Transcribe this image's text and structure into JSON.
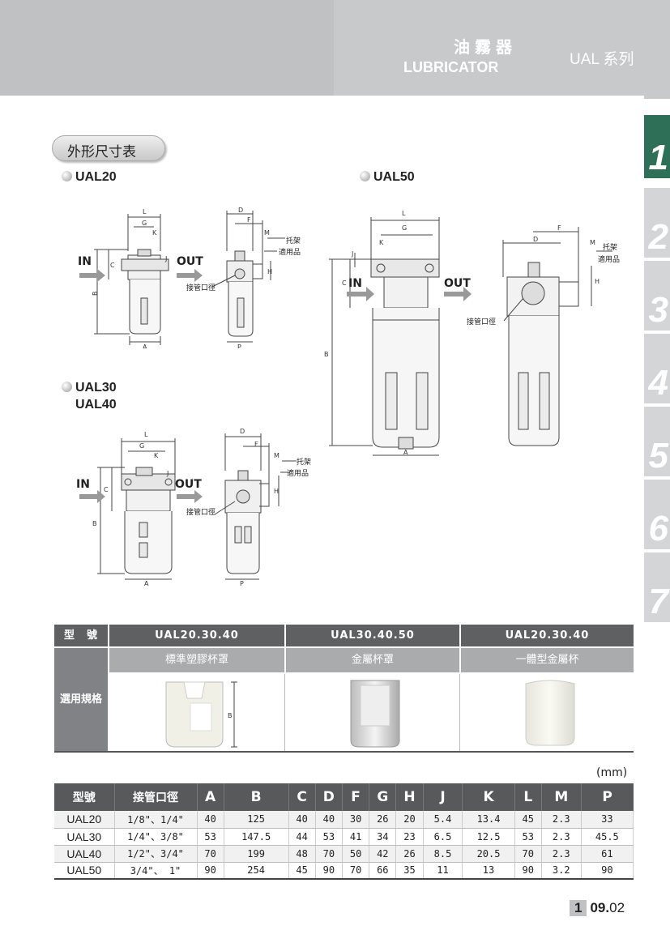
{
  "header": {
    "title_zh": "油霧器",
    "title_en": "LUBRICATOR",
    "series": "UAL 系列"
  },
  "side_tabs": [
    "1",
    "2",
    "3",
    "4",
    "5",
    "6",
    "7"
  ],
  "section_title": "外形尺寸表",
  "models": {
    "ual20": "UAL20",
    "ual50": "UAL50",
    "ual30": "UAL30",
    "ual40": "UAL40"
  },
  "drawing_labels": {
    "in": "IN",
    "out": "OUT",
    "bracket": "托架",
    "applicable": "適用品",
    "port": "接管口徑",
    "dims": {
      "L": "L",
      "G": "G",
      "K": "K",
      "J": "J",
      "C": "C",
      "B": "B",
      "A": "A",
      "D": "D",
      "F": "F",
      "M": "M",
      "H": "H",
      "P": "P"
    }
  },
  "cup_table": {
    "side_label": "選用規格",
    "type_label": "型　號",
    "columns": [
      {
        "model": "UAL20.30.40",
        "name": "標準塑膠杯罩"
      },
      {
        "model": "UAL30.40.50",
        "name": "金屬杯罩"
      },
      {
        "model": "UAL20.30.40",
        "name": "一體型金屬杯"
      }
    ],
    "dim_b": "B"
  },
  "dim_table": {
    "unit": "(mm)",
    "headers": [
      "型號",
      "接管口徑",
      "A",
      "B",
      "C",
      "D",
      "F",
      "G",
      "H",
      "J",
      "K",
      "L",
      "M",
      "P"
    ],
    "rows": [
      [
        "UAL20",
        "1/8\"、1/4\"",
        "40",
        "125",
        "40",
        "40",
        "30",
        "26",
        "20",
        "5.4",
        "13.4",
        "45",
        "2.3",
        "33"
      ],
      [
        "UAL30",
        "1/4\"、3/8\"",
        "53",
        "147.5",
        "44",
        "53",
        "41",
        "34",
        "23",
        "6.5",
        "12.5",
        "53",
        "2.3",
        "45.5"
      ],
      [
        "UAL40",
        "1/2\"、3/4\"",
        "70",
        "199",
        "48",
        "70",
        "50",
        "42",
        "26",
        "8.5",
        "20.5",
        "70",
        "2.3",
        "61"
      ],
      [
        "UAL50",
        "3/4\"、 1\"",
        "90",
        "254",
        "45",
        "90",
        "70",
        "66",
        "35",
        "11",
        "13",
        "90",
        "3.2",
        "90"
      ]
    ]
  },
  "page": {
    "chapter": "1",
    "number": "09.",
    "sub": "02"
  }
}
